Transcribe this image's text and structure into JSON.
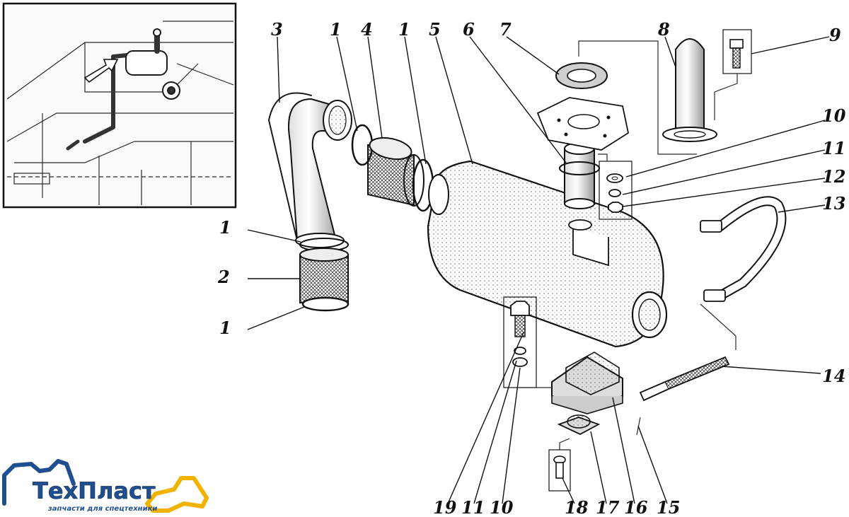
{
  "logo": {
    "brand": "ТехПласт",
    "tagline": "запчасти для спецтехники",
    "colors": {
      "primary": "#1f4f8f",
      "accent": "#f2b200"
    }
  },
  "callouts": [
    "1",
    "1",
    "1",
    "1",
    "2",
    "3",
    "4",
    "5",
    "6",
    "7",
    "8",
    "9",
    "10",
    "11",
    "12",
    "13",
    "14",
    "15",
    "16",
    "17",
    "18",
    "19",
    "11",
    "10"
  ]
}
